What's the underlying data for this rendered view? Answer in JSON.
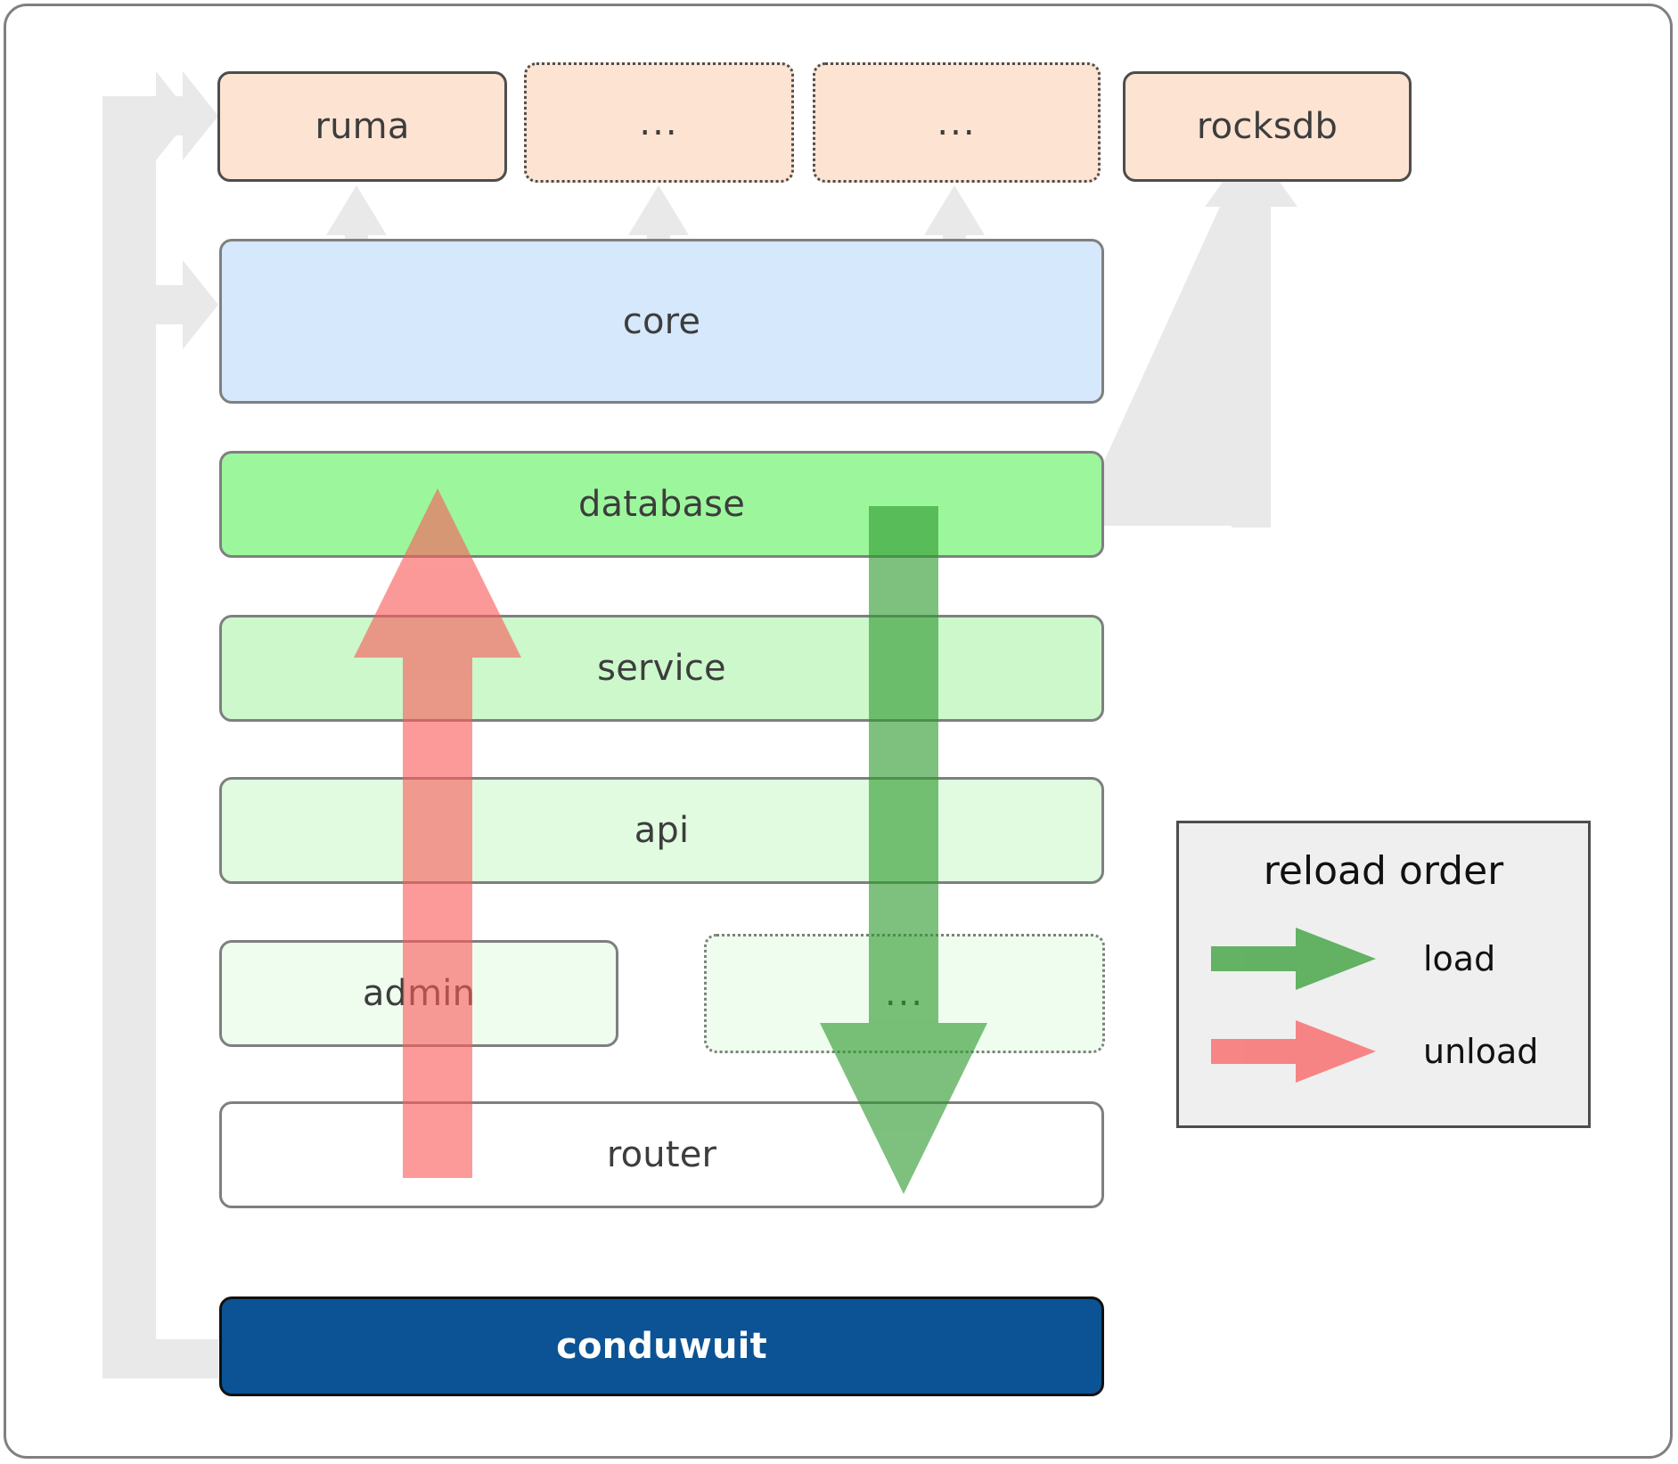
{
  "diagram": {
    "title": "conduwuit crate / module layering and reload order",
    "background_color": "#ffffff",
    "frame_border_color": "#808080"
  },
  "top_row": [
    {
      "label": "ruma",
      "style": "solid-peach",
      "fill": "#fde3d2"
    },
    {
      "label": "...",
      "style": "dotted-peach",
      "fill": "#fde3d2"
    },
    {
      "label": "...",
      "style": "dotted-peach",
      "fill": "#fde3d2"
    },
    {
      "label": "rocksdb",
      "style": "solid-peach",
      "fill": "#fde3d2"
    }
  ],
  "layers": [
    {
      "label": "core",
      "style": "gray-blue",
      "fill": "#d6e8fb"
    },
    {
      "label": "database",
      "style": "gray-green1",
      "fill": "#9cf79c"
    },
    {
      "label": "service",
      "style": "gray-green2",
      "fill": "#ccf8cc"
    },
    {
      "label": "api",
      "style": "gray-green3",
      "fill": "#e0fbe0"
    },
    {
      "label": "admin",
      "style": "gray-green4",
      "fill": "#effdef"
    },
    {
      "label": "...",
      "style": "dotted-green4",
      "fill": "#effdef"
    },
    {
      "label": "router",
      "style": "gray-white",
      "fill": "#ffffff"
    }
  ],
  "binary": {
    "label": "conduwuit",
    "fill": "#0b5394",
    "text_color": "#ffffff"
  },
  "legend": {
    "title": "reload order",
    "items": [
      {
        "label": "load",
        "color": "#5aa75a",
        "direction": "down"
      },
      {
        "label": "unload",
        "color": "#fa8484",
        "direction": "up"
      }
    ]
  },
  "flow_arrows": [
    {
      "name": "unload-arrow",
      "color": "#fa8484",
      "direction": "up",
      "from": "router",
      "to": "database"
    },
    {
      "name": "load-arrow",
      "color": "#5aa75a",
      "direction": "down",
      "from": "database",
      "to": "router"
    }
  ],
  "connector_color": "#e8e8e8"
}
